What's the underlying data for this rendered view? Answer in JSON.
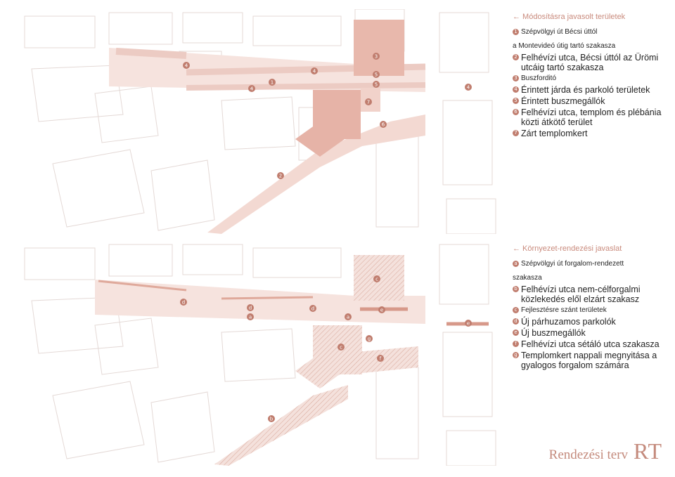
{
  "top_map": {
    "badges": [
      "4",
      "4",
      "4",
      "4",
      "1",
      "3",
      "5",
      "5",
      "7",
      "6",
      "2"
    ]
  },
  "bottom_map": {
    "badges": [
      "d",
      "d",
      "d",
      "a",
      "a",
      "e",
      "c",
      "c",
      "g",
      "f",
      "b",
      "e"
    ]
  },
  "legend_top": {
    "title": "← Módosításra javasolt területek",
    "items": [
      {
        "badge": "1",
        "text": "Szépvölgyi út Bécsi úttól",
        "small": true
      },
      {
        "badge": "",
        "text": "a Montevideó útig tartó szakasza",
        "small": true
      },
      {
        "badge": "2",
        "text": "Felhévízi utca, Bécsi úttól az Ürömi utcáig tartó szakasza",
        "small": false
      },
      {
        "badge": "3",
        "text": "Buszforditó",
        "small": true
      },
      {
        "badge": "4",
        "text": "Érintett járda és parkoló területek",
        "small": false
      },
      {
        "badge": "5",
        "text": "Érintett buszmegállók",
        "small": false
      },
      {
        "badge": "6",
        "text": "Felhévízi utca, templom és plébánia közti átkötő terület",
        "small": false
      },
      {
        "badge": "7",
        "text": "Zárt templomkert",
        "small": false
      }
    ]
  },
  "legend_bottom": {
    "title": "← Környezet-rendezési javaslat",
    "items": [
      {
        "badge": "a",
        "text": "Szépvölgyi út forgalom-rendezett",
        "small": true
      },
      {
        "badge": "",
        "text": "szakasza",
        "small": true
      },
      {
        "badge": "b",
        "text": "Felhévízi utca nem-célforgalmi közlekedés elől elzárt szakasz",
        "small": false
      },
      {
        "badge": "c",
        "text": "Fejlesztésre szánt területek",
        "small": true
      },
      {
        "badge": "d",
        "text": "Új párhuzamos parkolók",
        "small": false
      },
      {
        "badge": "e",
        "text": "Új buszmegállók",
        "small": false
      },
      {
        "badge": "f",
        "text": "Felhévízi utca sétáló utca szakasza",
        "small": false
      },
      {
        "badge": "g",
        "text": "Templomkert nappali megnyitása a gyalogos forgalom számára",
        "small": false
      }
    ]
  },
  "footer": {
    "text": "Rendezési terv",
    "logo": "RT"
  },
  "colors": {
    "zone": "#f3dcd6",
    "zone_dark": "#e0aa9d",
    "badge": "#c07d6e",
    "building": "#e6dcd9",
    "accent": "#c48a7c"
  }
}
